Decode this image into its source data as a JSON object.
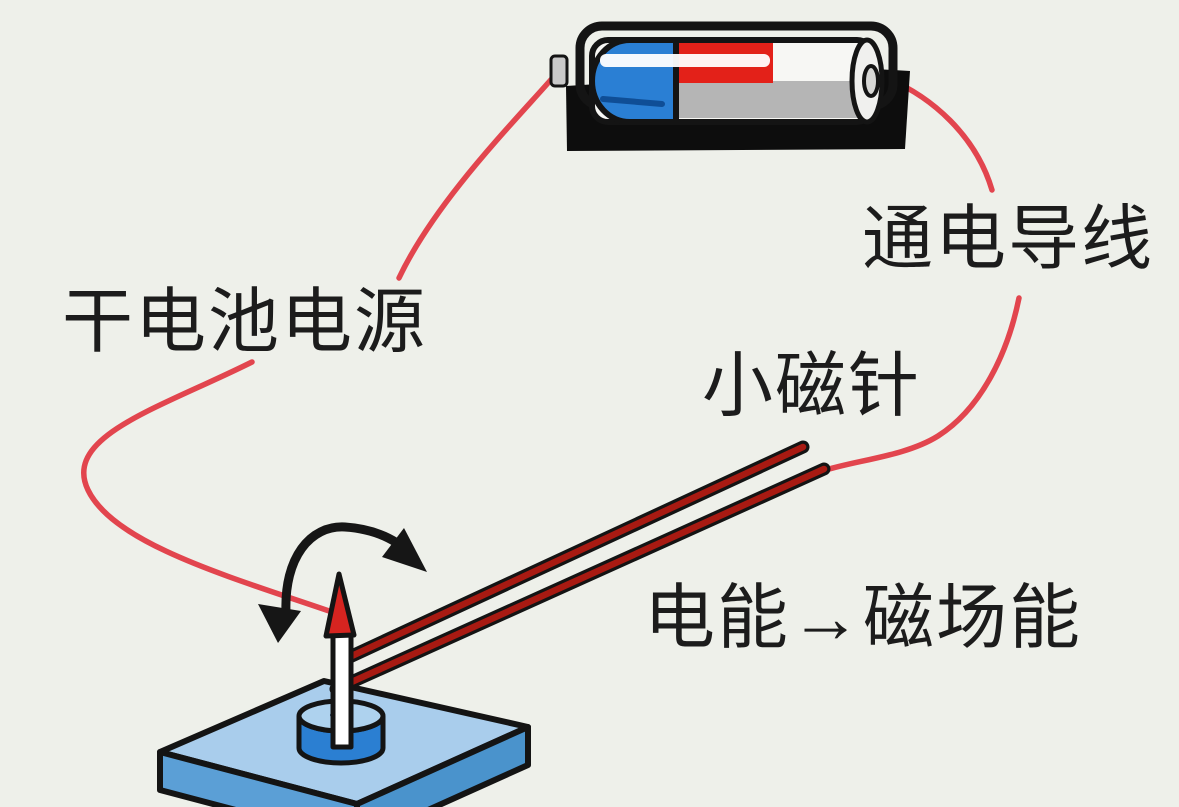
{
  "figure": {
    "description_names": {
      "battery_assembly": "dry-cell-in-holder",
      "conductor": "straight-double-wire-over-compass",
      "compass": "needle-on-pivot-stand",
      "motion_hint": "rotation-arrow"
    },
    "labels": {
      "battery_source": "干电池电源",
      "energized_wire": "通电导线",
      "compass_needle": "小磁针",
      "energy_conversion": "电能→磁场能"
    }
  },
  "colors": {
    "background": "#eef0ea",
    "text": "#1c1c1c",
    "outline": "#141414",
    "thin_wire": "#e2454e",
    "thick_wire_core": "#a81a12",
    "needle_head": "#d62420",
    "needle_shaft": "#ffffff",
    "battery_cap_blue": "#2a7fd4",
    "battery_cap_line": "#0f4e96",
    "battery_band_red": "#e32119",
    "battery_body_gray": "#b5b5b5",
    "battery_body_white": "#f7f7f4",
    "battery_holder_black": "#0d0d0d",
    "battery_terminal": "#d7d7d5",
    "platform_top": "#a9cdec",
    "platform_side_left": "#5b9fd6",
    "platform_side_right": "#4a93cc",
    "cylinder_side": "#2b7fd2",
    "cylinder_top": "#aed2ee",
    "rotation_arrow": "#161616"
  }
}
